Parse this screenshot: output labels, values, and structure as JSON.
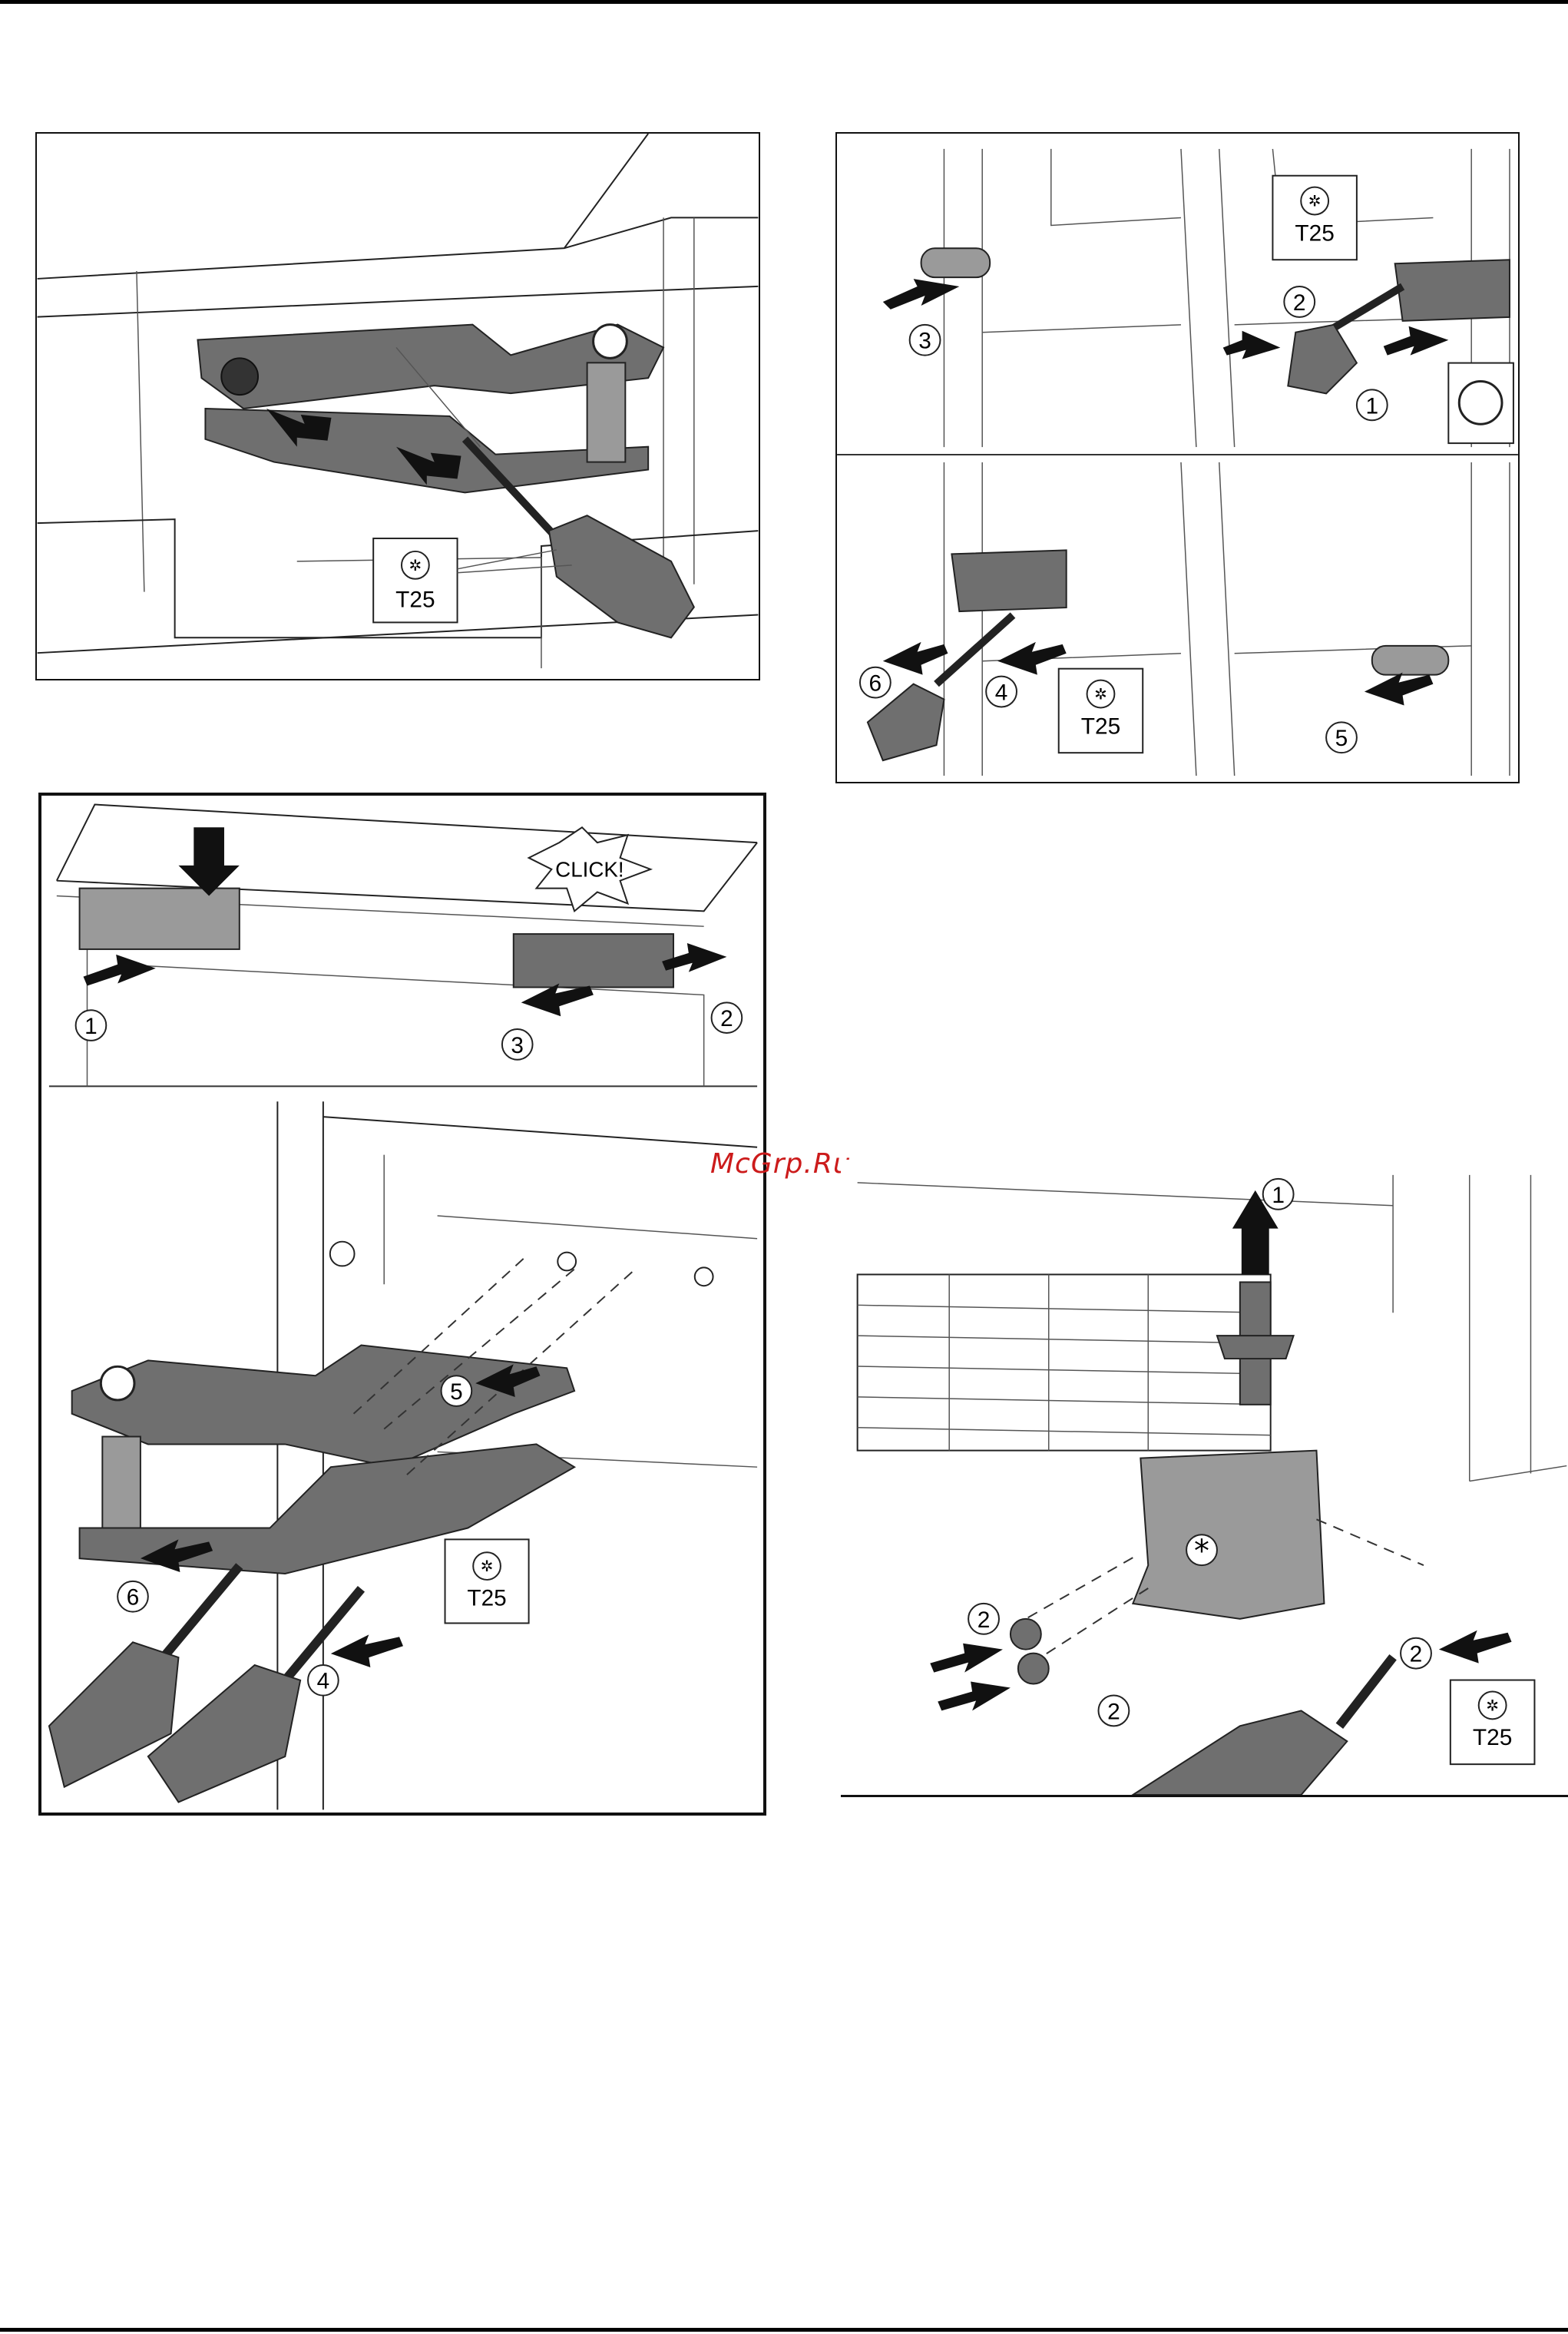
{
  "watermark": "McGrp.Ru",
  "figures": {
    "fig1": {
      "tool": "T25"
    },
    "fig2": {
      "tool_top": "T25",
      "tool_bottom": "T25",
      "callouts": [
        "1",
        "2",
        "3",
        "4",
        "5",
        "6"
      ]
    },
    "fig3": {
      "click_text": "CLICK!",
      "tool": "T25",
      "callouts": [
        "1",
        "2",
        "3",
        "4",
        "5",
        "6"
      ]
    },
    "fig4": {
      "tool": "T25",
      "callouts": [
        "1",
        "2",
        "2",
        "2",
        "2"
      ]
    }
  }
}
